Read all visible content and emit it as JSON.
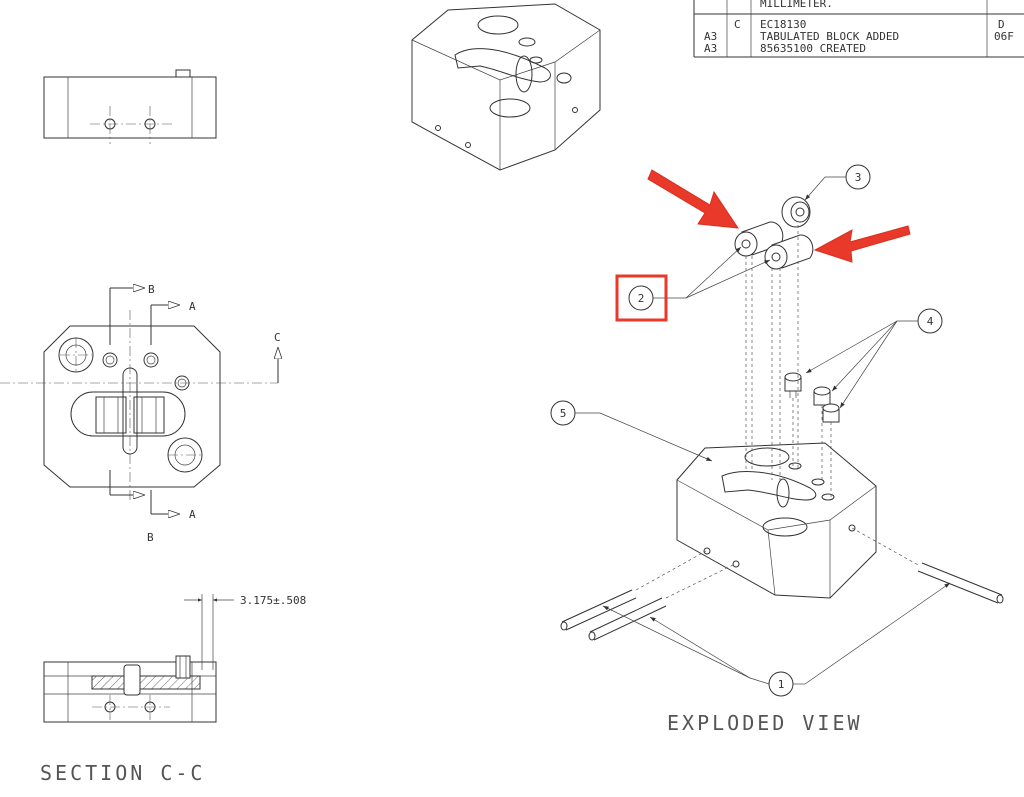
{
  "revision_table": {
    "top_text": "MILLIMETER.",
    "rows": [
      {
        "zone": "A3\nA3",
        "rev": "C",
        "lines": [
          "EC18130",
          "TABULATED BLOCK ADDED",
          "85635100 CREATED"
        ],
        "date": "D\n06F"
      }
    ]
  },
  "section_markers": {
    "a_top": "A",
    "a_bottom": "A",
    "b_top": "B",
    "b_bottom": "B",
    "c": "C"
  },
  "dimension": {
    "value": "3.175±.508"
  },
  "titles": {
    "section": "SECTION C-C",
    "exploded": "EXPLODED VIEW"
  },
  "balloons": {
    "b1": "1",
    "b2": "2",
    "b3": "3",
    "b4": "4",
    "b5": "5"
  },
  "colors": {
    "annotation_red": "#e8392a",
    "line": "#333333",
    "background": "#ffffff"
  }
}
